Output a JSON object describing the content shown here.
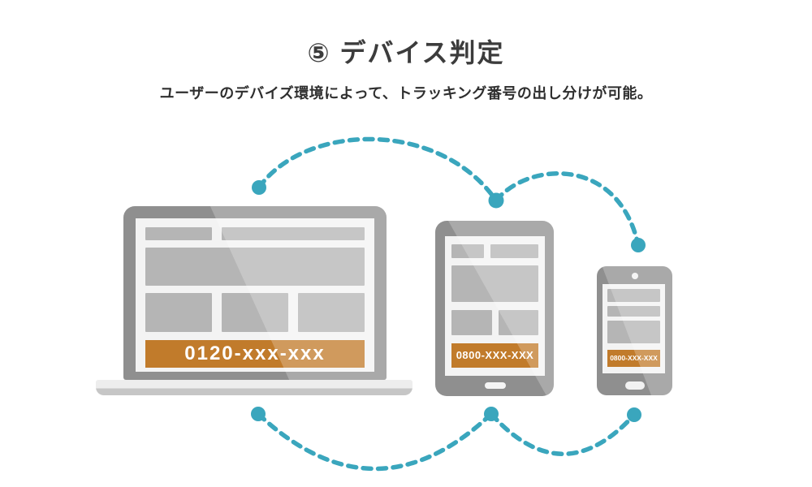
{
  "header": {
    "title": "⑤ デバイス判定",
    "subtitle": "ユーザーのデバイズ環境によって、トラッキング番号の出し分けが可能。"
  },
  "devices": {
    "laptop": {
      "phone_number": "0120-xxx-xxx"
    },
    "tablet": {
      "phone_number": "0800-XXX-XXX"
    },
    "smartphone": {
      "phone_number": "0800-XXX-XXX"
    }
  },
  "colors": {
    "accent_teal": "#3aa6bd",
    "banner_orange": "#c17b2b",
    "device_gray": "#8f8f8f",
    "block_gray": "#b5b5b5",
    "screen_white": "#f3f3f3",
    "base_light": "#ededed",
    "base_dark": "#c6c6c6",
    "title_color": "#3c3c3c",
    "text_color": "#2f2f2f"
  }
}
